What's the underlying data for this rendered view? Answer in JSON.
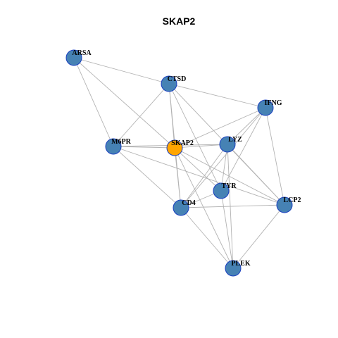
{
  "title": "SKAP2",
  "colors": {
    "node_fill": "#4682b4",
    "highlight_fill": "#ffa500",
    "node_stroke": "#1a3fc0",
    "edge": "#b3b3b3"
  },
  "nodes": [
    {
      "id": "ARSA",
      "label": "ARSA",
      "highlight": false
    },
    {
      "id": "CTSD",
      "label": "CTSD",
      "highlight": false
    },
    {
      "id": "IFNG",
      "label": "IFNG",
      "highlight": false
    },
    {
      "id": "M6PR",
      "label": "M6PR",
      "highlight": false
    },
    {
      "id": "SKAP2",
      "label": "SKAP2",
      "highlight": true
    },
    {
      "id": "LYZ",
      "label": "LYZ",
      "highlight": false
    },
    {
      "id": "TYR",
      "label": "TYR",
      "highlight": false
    },
    {
      "id": "CD4",
      "label": "CD4",
      "highlight": false
    },
    {
      "id": "LCP2",
      "label": "LCP2",
      "highlight": false
    },
    {
      "id": "PLEK",
      "label": "PLEK",
      "highlight": false
    }
  ],
  "edges": [
    [
      "ARSA",
      "CTSD"
    ],
    [
      "ARSA",
      "M6PR"
    ],
    [
      "ARSA",
      "SKAP2"
    ],
    [
      "CTSD",
      "IFNG"
    ],
    [
      "CTSD",
      "M6PR"
    ],
    [
      "CTSD",
      "SKAP2"
    ],
    [
      "CTSD",
      "CD4"
    ],
    [
      "CTSD",
      "TYR"
    ],
    [
      "CTSD",
      "LCP2"
    ],
    [
      "IFNG",
      "SKAP2"
    ],
    [
      "IFNG",
      "LYZ"
    ],
    [
      "IFNG",
      "TYR"
    ],
    [
      "IFNG",
      "CD4"
    ],
    [
      "IFNG",
      "LCP2"
    ],
    [
      "M6PR",
      "SKAP2"
    ],
    [
      "M6PR",
      "LYZ"
    ],
    [
      "M6PR",
      "CD4"
    ],
    [
      "M6PR",
      "LCP2"
    ],
    [
      "SKAP2",
      "LYZ"
    ],
    [
      "SKAP2",
      "TYR"
    ],
    [
      "SKAP2",
      "CD4"
    ],
    [
      "SKAP2",
      "PLEK"
    ],
    [
      "SKAP2",
      "LCP2"
    ],
    [
      "LYZ",
      "TYR"
    ],
    [
      "LYZ",
      "CD4"
    ],
    [
      "LYZ",
      "PLEK"
    ],
    [
      "LYZ",
      "LCP2"
    ],
    [
      "TYR",
      "CD4"
    ],
    [
      "TYR",
      "PLEK"
    ],
    [
      "CD4",
      "LCP2"
    ],
    [
      "CD4",
      "PLEK"
    ],
    [
      "LCP2",
      "PLEK"
    ]
  ]
}
